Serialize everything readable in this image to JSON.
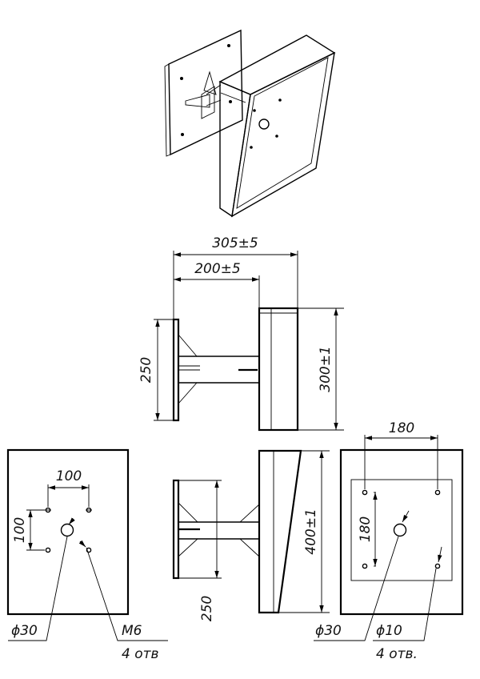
{
  "dimensions": {
    "side_overall": "305±5",
    "side_offset": "200±5",
    "side_height_wall": "250",
    "side_height_box": "300±1",
    "left_hole_spacing_x": "100",
    "left_hole_spacing_y": "100",
    "left_center_hole": "ϕ30",
    "left_thread": "M6",
    "left_thread_count": "4 отв",
    "right_hole_spacing_x": "180",
    "right_hole_spacing_y": "180",
    "right_center_hole": "ϕ30",
    "right_small_hole": "ϕ10",
    "right_small_count": "4 отв.",
    "front_height_box": "400±1",
    "front_height_wall": "250"
  }
}
